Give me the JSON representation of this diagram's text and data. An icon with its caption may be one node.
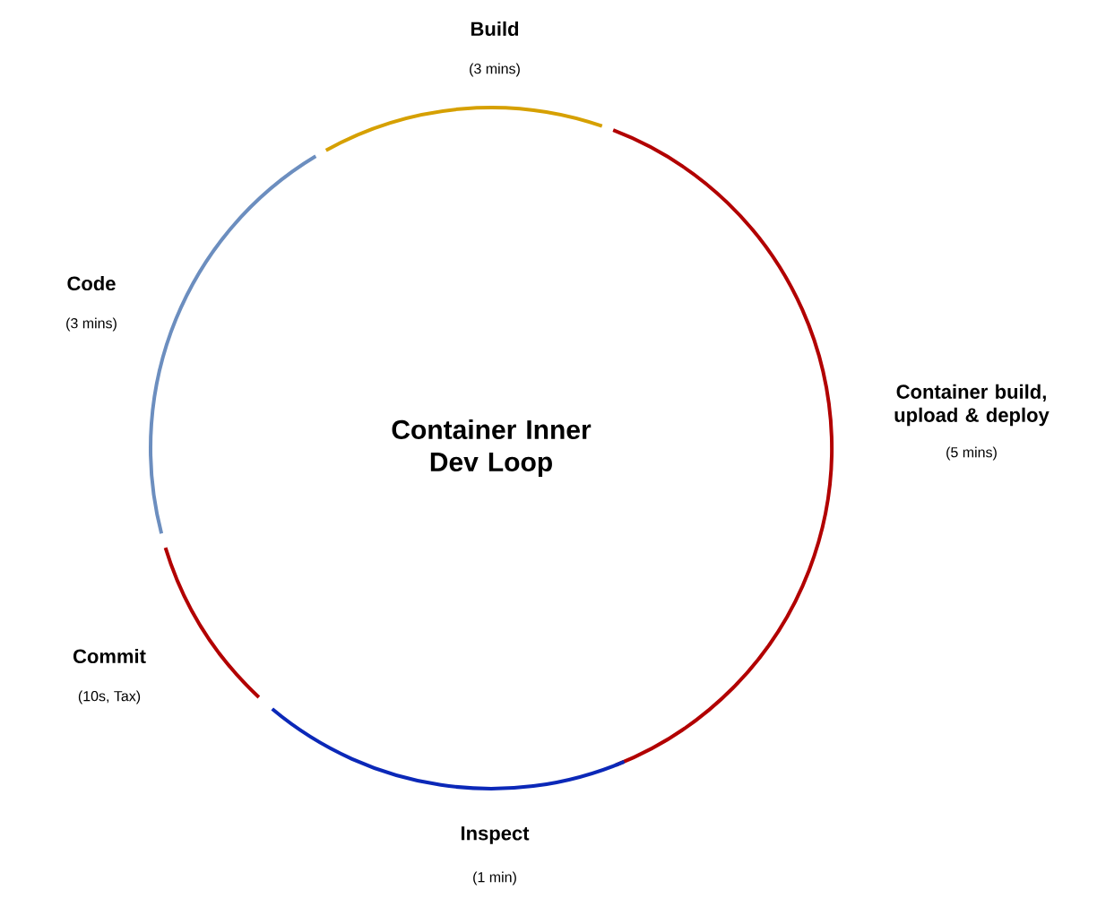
{
  "diagram": {
    "title": "Container Inner Dev Loop",
    "nodes": [
      {
        "text": [
          "Build"
        ],
        "beside": [
          "(3 mins)"
        ]
      },
      {
        "text": [
          "Container build, upload & deploy"
        ],
        "beside": [
          "(5 mins)"
        ]
      },
      {
        "text": [
          "Inspect"
        ],
        "beside": [
          "(1 min)"
        ]
      },
      {
        "text": [
          "Commit"
        ],
        "beside": [
          "(10s, Tax)"
        ]
      },
      {
        "text": [
          "Code"
        ],
        "beside": [
          "(3 mins)"
        ]
      }
    ]
  }
}
